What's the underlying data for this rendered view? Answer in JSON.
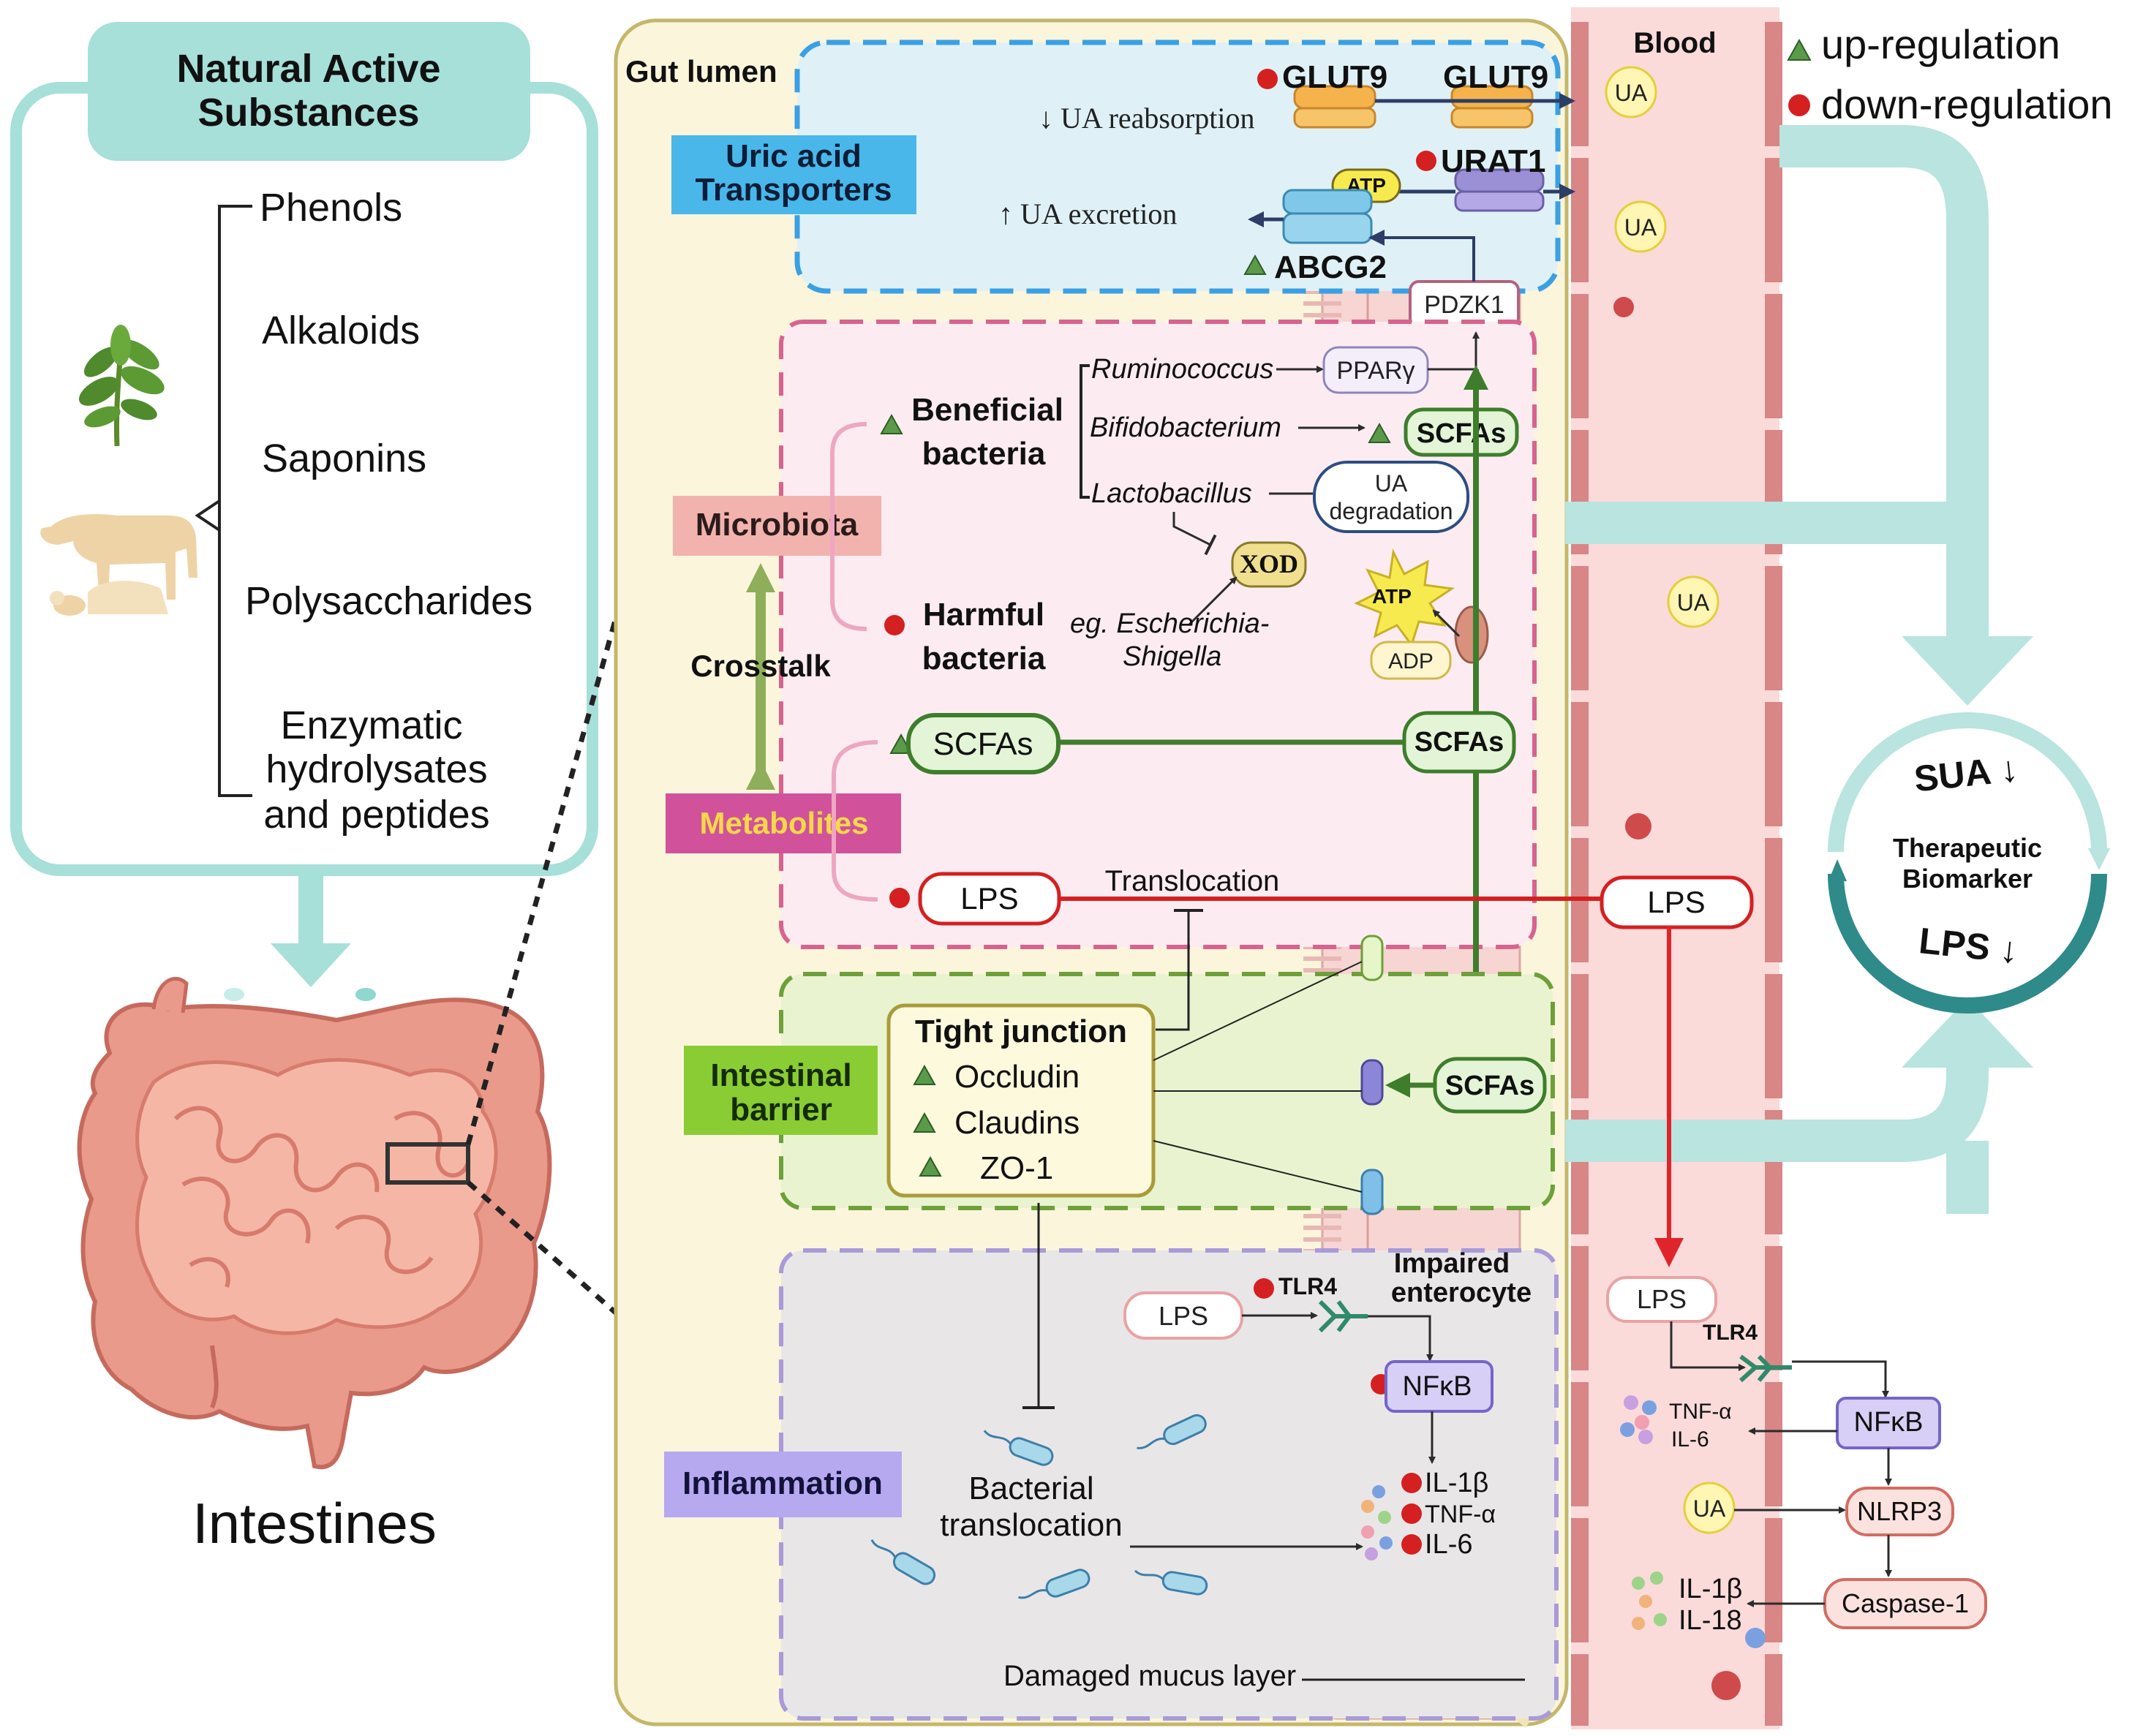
{
  "left_panel": {
    "title_line1": "Natural Active",
    "title_line2": "Substances",
    "substances": [
      "Phenols",
      "Alkaloids",
      "Saponins",
      "Polysaccharides"
    ],
    "substance_last": [
      "Enzymatic",
      "hydrolysates",
      "and peptides"
    ],
    "organ_label": "Intestines"
  },
  "legend": {
    "up": "up-regulation",
    "down": "down-regulation",
    "up_color": "#5a9a4a",
    "down_color": "#d42020"
  },
  "regions": {
    "gut_lumen": "Gut lumen",
    "blood": "Blood"
  },
  "sections": {
    "transporters_line1": "Uric acid",
    "transporters_line2": "Transporters",
    "microbiota": "Microbiota",
    "crosstalk": "Crosstalk",
    "metabolites": "Metabolites",
    "barrier_line1": "Intestinal",
    "barrier_line2": "barrier",
    "inflammation": "Inflammation"
  },
  "transporters": {
    "glut9_a": "GLUT9",
    "glut9_b": "GLUT9",
    "urat1": "URAT1",
    "abcg2": "ABCG2",
    "atp": "ATP",
    "pdzk1": "PDZK1",
    "reabsorption": "↓ UA reabsorption",
    "excretion": "↑ UA excretion",
    "ua": "UA"
  },
  "microbiota": {
    "beneficial_line1": "Beneficial",
    "beneficial_line2": "bacteria",
    "harmful_line1": "Harmful",
    "harmful_line2": "bacteria",
    "ruminococcus": "Ruminococcus",
    "bifidobacterium": "Bifidobacterium",
    "lactobacillus": "Lactobacillus",
    "ppar": "PPARγ",
    "scfas": "SCFAs",
    "ua_degradation_line1": "UA",
    "ua_degradation_line2": "degradation",
    "xod": "XOD",
    "eg_line1": "eg. Escherichia-",
    "eg_line2": "Shigella",
    "atp": "ATP",
    "adp": "ADP"
  },
  "metabolites": {
    "scfas": "SCFAs",
    "lps": "LPS",
    "translocation": "Translocation"
  },
  "barrier": {
    "tight_junction": "Tight junction",
    "occludin": "Occludin",
    "claudins": "Claudins",
    "zo1": "ZO-1",
    "scfas": "SCFAs"
  },
  "inflammation": {
    "lps": "LPS",
    "tlr4": "TLR4",
    "impaired_line1": "Impaired",
    "impaired_line2": "enterocyte",
    "nfkb": "NFκB",
    "il1b": "IL-1β",
    "tnfa": "TNF-α",
    "il6": "IL-6",
    "bact_line1": "Bacterial",
    "bact_line2": "translocation",
    "mucus": "Damaged mucus layer"
  },
  "blood": {
    "lps": "LPS",
    "lps_lower": "LPS",
    "tlr4": "TLR4",
    "tnfa": "TNF-α",
    "il6": "IL-6",
    "nfkb": "NFκB",
    "ua": "UA",
    "nlrp3": "NLRP3",
    "caspase": "Caspase-1",
    "il1b": "IL-1β",
    "il18": "IL-18"
  },
  "biomarker": {
    "sua": "SUA ↓",
    "line1": "Therapeutic",
    "line2": "Biomarker",
    "lps": "LPS ↓"
  }
}
